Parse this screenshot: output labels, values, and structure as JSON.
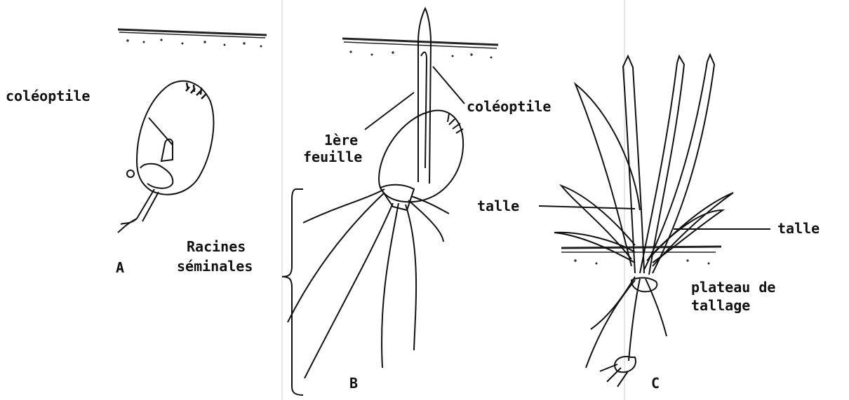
{
  "figure_labels": {
    "coleoptile_a": "coléoptile",
    "coleoptile_b": "coléoptile",
    "premiere_feuille_line1": "1ère",
    "premiere_feuille_line2": "feuille",
    "racines_line1": "Racines",
    "racines_line2": "séminales",
    "talle_left": "talle",
    "talle_right": "talle",
    "plateau_line1": "plateau de",
    "plateau_line2": "tallage",
    "panel_a": "A",
    "panel_b": "B",
    "panel_c": "C"
  },
  "colors": {
    "ink": "#111111",
    "soil": "#333333"
  }
}
